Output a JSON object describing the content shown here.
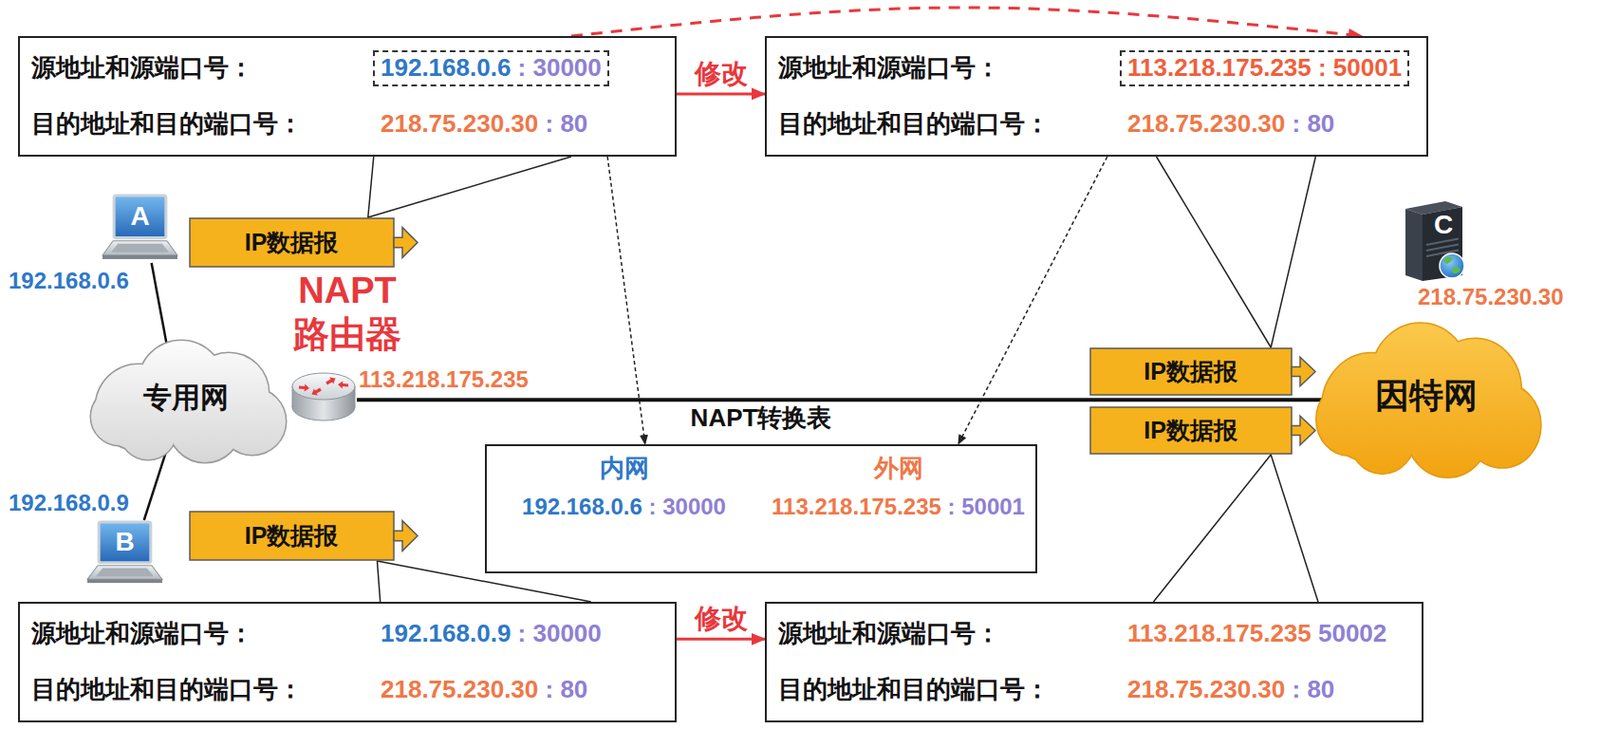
{
  "diagram": {
    "nodes": [
      {
        "text": [
          "源地址和源端口号：",
          "192.168.0.6 : 30000",
          "目的地址和目的端口号：",
          "218.75.230.30 : 80"
        ]
      },
      {
        "text": [
          "源地址和源端口号：",
          "113.218.175.235 : 50001",
          "目的地址和目的端口号：",
          "218.75.230.30 : 80"
        ]
      },
      {
        "text": [
          "A",
          "192.168.0.6"
        ]
      },
      {
        "text": [
          "IP数据报"
        ]
      },
      {
        "text": [
          "NAPT 路由器",
          "113.218.175.235"
        ]
      },
      {
        "text": [
          "专用网"
        ]
      },
      {
        "text": [
          "NAPT转换表",
          "内网",
          "外网",
          "192.168.0.6 : 30000",
          "113.218.175.235 : 50001"
        ]
      },
      {
        "text": [
          "C",
          "218.75.230.30"
        ]
      },
      {
        "text": [
          "IP数据报"
        ]
      },
      {
        "text": [
          "因特网"
        ]
      },
      {
        "text": [
          "IP数据报"
        ]
      },
      {
        "text": [
          "B",
          "192.168.0.9"
        ]
      },
      {
        "text": [
          "IP数据报"
        ]
      },
      {
        "text": [
          "源地址和源端口号：",
          "192.168.0.9 : 30000",
          "目的地址和目的端口号：",
          "218.75.230.30 : 80"
        ]
      },
      {
        "text": [
          "源地址和源端口号：",
          "113.218.175.235 50002",
          "目的地址和目的端口号：",
          "218.75.230.30 : 80"
        ]
      }
    ],
    "edges": [
      {
        "from": 0,
        "to": 1,
        "arrow": "to",
        "label": "修改"
      },
      {
        "from": 0,
        "to": 1,
        "arrow": "to"
      },
      {
        "from": 0,
        "to": 6,
        "arrow": "to"
      },
      {
        "from": 1,
        "to": 6,
        "arrow": "to"
      },
      {
        "from": 13,
        "to": 14,
        "arrow": "to",
        "label": "修改"
      },
      {
        "from": 0,
        "to": 3,
        "arrow": "none"
      },
      {
        "from": 1,
        "to": 8,
        "arrow": "none"
      },
      {
        "from": 14,
        "to": 10,
        "arrow": "none"
      },
      {
        "from": 13,
        "to": 12,
        "arrow": "none"
      },
      {
        "from": 2,
        "to": 5,
        "arrow": "none"
      },
      {
        "from": 11,
        "to": 5,
        "arrow": "none"
      },
      {
        "from": 4,
        "to": 9,
        "arrow": "none"
      }
    ]
  }
}
